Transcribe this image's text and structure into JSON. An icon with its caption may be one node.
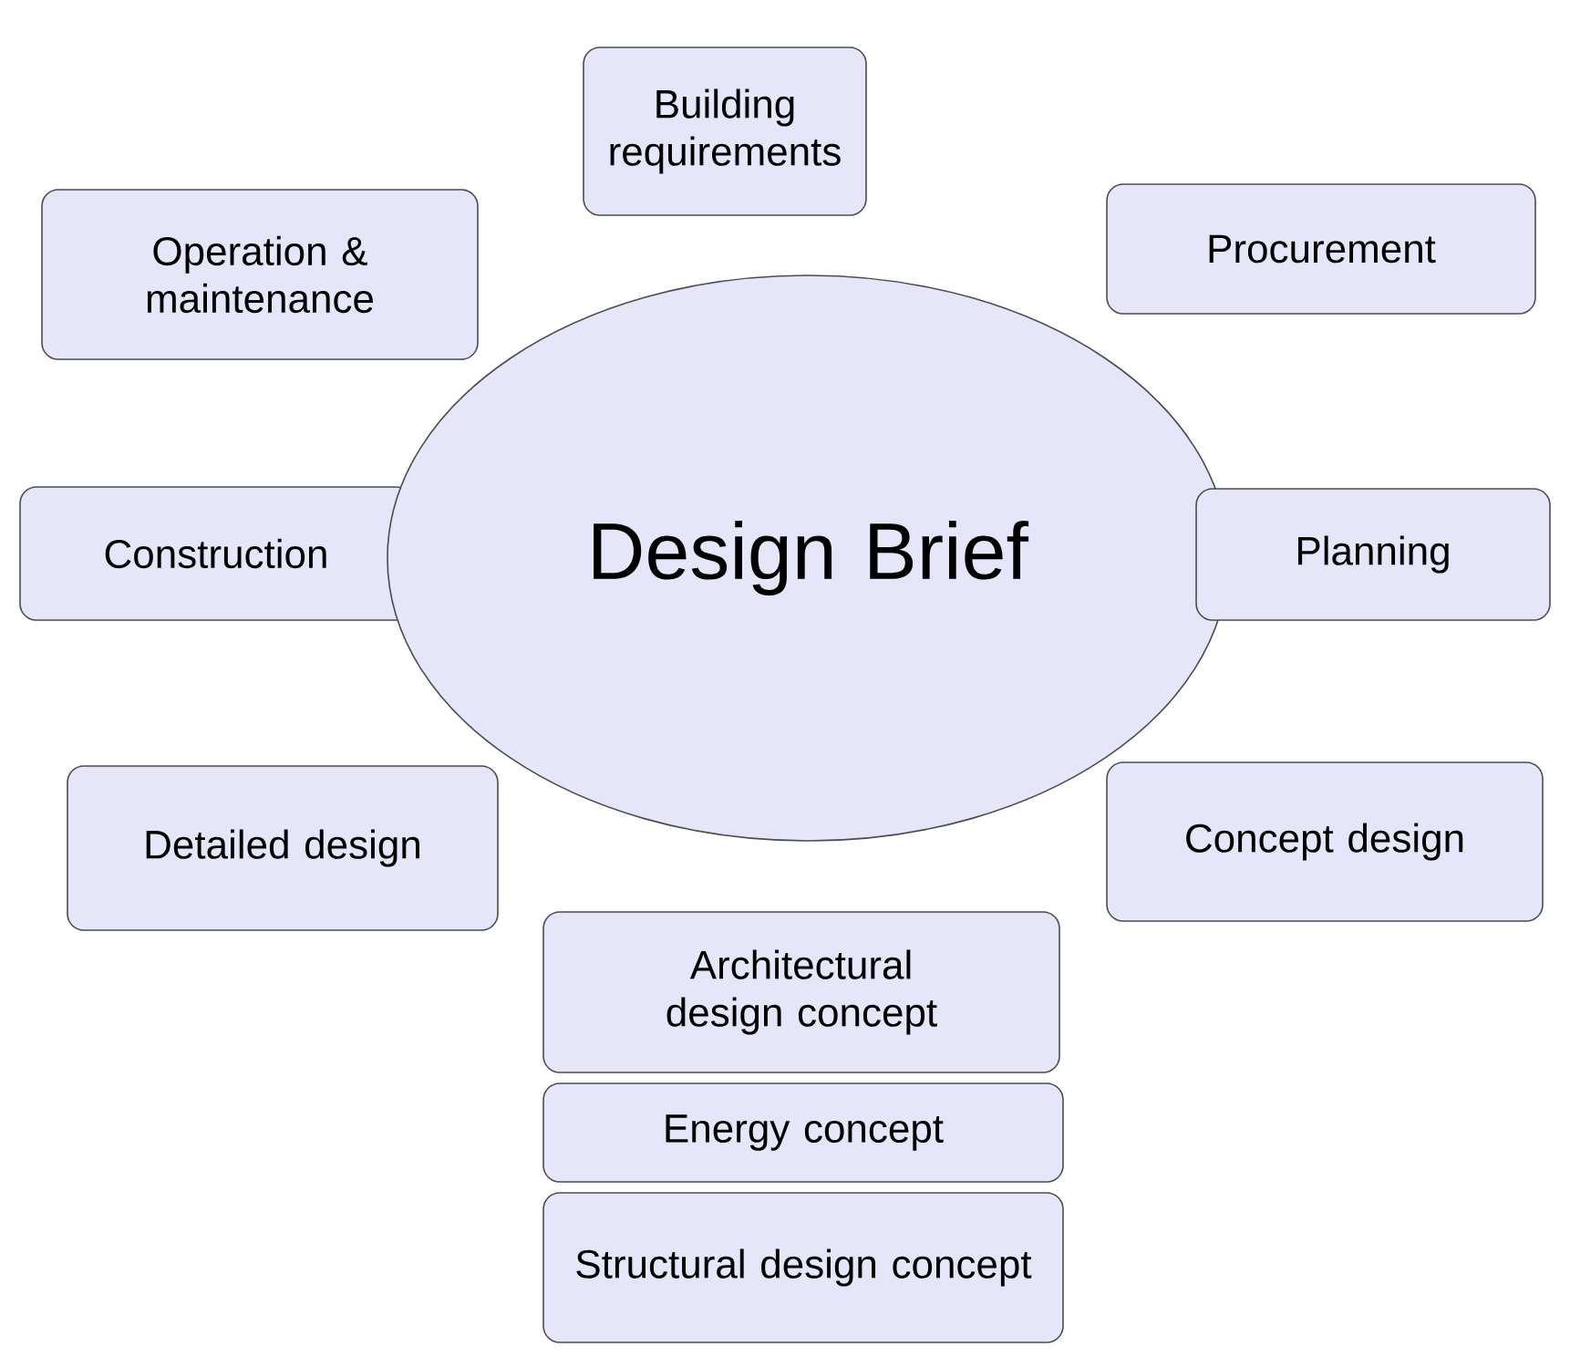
{
  "diagram": {
    "nodes": [
      {
        "text": [
          "Building requirements"
        ]
      },
      {
        "text": [
          "Operation & maintenance"
        ]
      },
      {
        "text": [
          "Procurement"
        ]
      },
      {
        "text": [
          "Construction"
        ]
      },
      {
        "text": [
          "Design Brief"
        ]
      },
      {
        "text": [
          "Planning"
        ]
      },
      {
        "text": [
          "Detailed design"
        ]
      },
      {
        "text": [
          "Concept design"
        ]
      },
      {
        "text": [
          "Architectural design concept"
        ]
      },
      {
        "text": [
          "Energy concept"
        ]
      },
      {
        "text": [
          "Structural design concept"
        ]
      }
    ]
  }
}
